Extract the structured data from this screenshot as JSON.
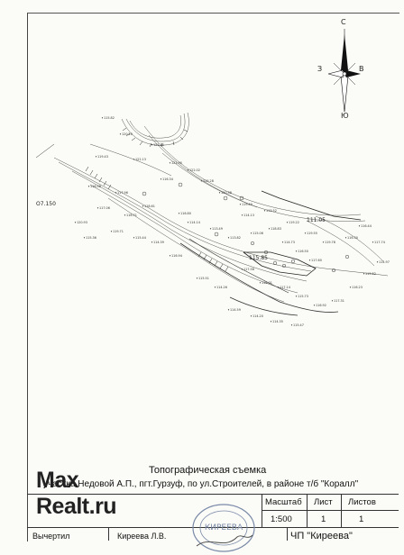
{
  "compass": {
    "north": "С",
    "west": "З",
    "east": "В",
    "south": "Ю"
  },
  "map": {
    "left_label": "О7.150",
    "elevations": [
      "115.82",
      "120.20",
      "121.35",
      "119.43",
      "122.13",
      "121.95",
      "122.02",
      "118.56",
      "117.96",
      "116.34",
      "115.28",
      "120.38",
      "119.40",
      "118.61",
      "116.80",
      "120.93",
      "119.71",
      "115.44",
      "114.39",
      "114.14",
      "113.49",
      "113.82",
      "115.06",
      "118.83",
      "119.22",
      "119.55",
      "119.78",
      "116.30",
      "116.44",
      "117.74",
      "117.58",
      "118.01",
      "117.14",
      "115.73",
      "116.92",
      "117.31",
      "116.23",
      "115.82",
      "114.97",
      "114.26",
      "115.51",
      "116.94",
      "116.71",
      "117.06",
      "115.36",
      "114.13",
      "113.52",
      "114.73",
      "116.50",
      "117.60",
      "114.59",
      "114.20",
      "114.35",
      "115.47"
    ],
    "big_labels": [
      "111.05",
      "115.85"
    ]
  },
  "title": "Топографическая съемка",
  "description": "участка Недовой А.П., пгт.Гурзуф, по ул.Строителей, в районе т/б \"Коралл\"",
  "watermark": {
    "line1": "Max",
    "line2": "Realt.ru"
  },
  "titleblock": {
    "scale_label": "Масштаб",
    "scale_value": "1:500",
    "sheet_label": "Лист",
    "sheet_value": "1",
    "sheets_label": "Листов",
    "sheets_value": "1"
  },
  "stamp_text": "КИРЕЕВА",
  "calculated_label": "Вычертил",
  "person": "Киреева Л.В.",
  "company": "ЧП \"Киреева\""
}
